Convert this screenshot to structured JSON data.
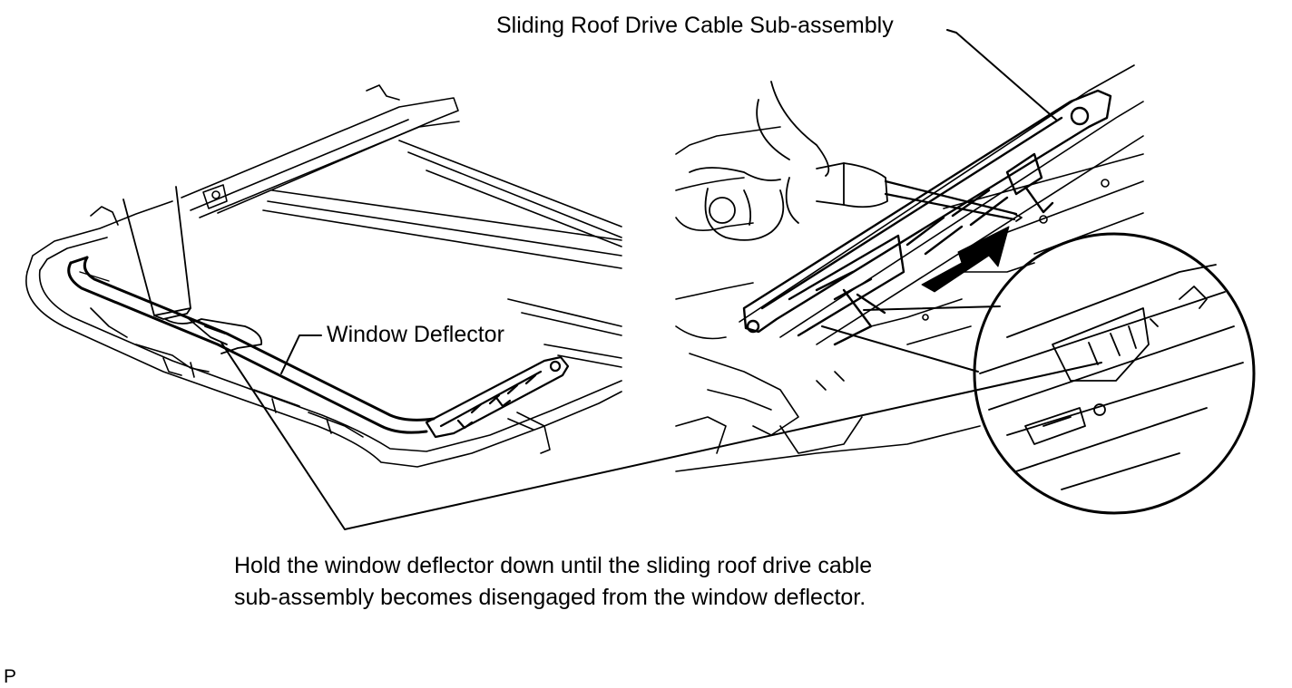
{
  "labels": {
    "cable": "Sliding Roof Drive Cable Sub-assembly",
    "deflector": "Window Deflector"
  },
  "caption": {
    "line1": "Hold the window deflector down until the sliding roof drive cable",
    "line2": "sub-assembly becomes disengaged from the window deflector."
  },
  "page_marker": "P",
  "colors": {
    "ink": "#000000",
    "background": "#ffffff"
  }
}
